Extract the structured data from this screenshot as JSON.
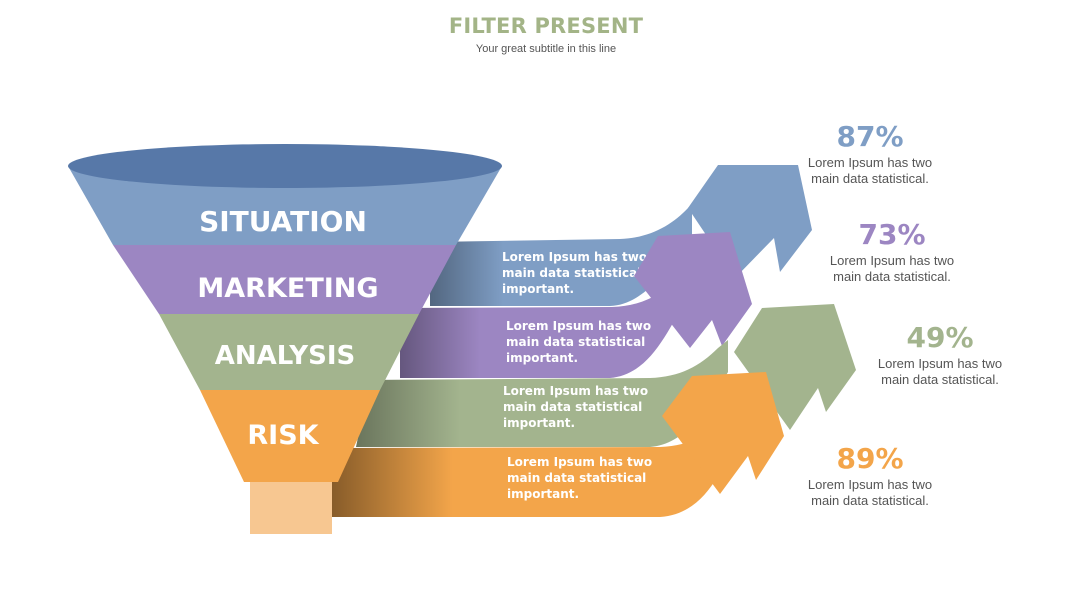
{
  "header": {
    "title": "FILTER PRESENT",
    "subtitle": "Your great subtitle in this line"
  },
  "stages": [
    {
      "label": "SITUATION",
      "color": "#7f9ec5",
      "band_text": [
        "Lorem Ipsum has two",
        "main data statistical",
        "important."
      ],
      "percent": "87%",
      "stat_text": [
        "Lorem Ipsum has two",
        "main data statistical."
      ]
    },
    {
      "label": "MARKETING",
      "color": "#9c86c2",
      "band_text": [
        "Lorem Ipsum has two",
        "main data statistical",
        "important."
      ],
      "percent": "73%",
      "stat_text": [
        "Lorem Ipsum has two",
        "main data statistical."
      ]
    },
    {
      "label": "ANALYSIS",
      "color": "#a3b48e",
      "band_text": [
        "Lorem Ipsum has two",
        "main data statistical",
        "important."
      ],
      "percent": "49%",
      "stat_text": [
        "Lorem Ipsum has two",
        "main data statistical."
      ]
    },
    {
      "label": "RISK",
      "color": "#f3a54a",
      "band_text": [
        "Lorem Ipsum has two",
        "main data statistical",
        "important."
      ],
      "percent": "89%",
      "stat_text": [
        "Lorem Ipsum has two",
        "main data statistical."
      ]
    }
  ],
  "colors": {
    "funnel_top": "#5778a8",
    "funnel_spout": "#f7c791"
  }
}
